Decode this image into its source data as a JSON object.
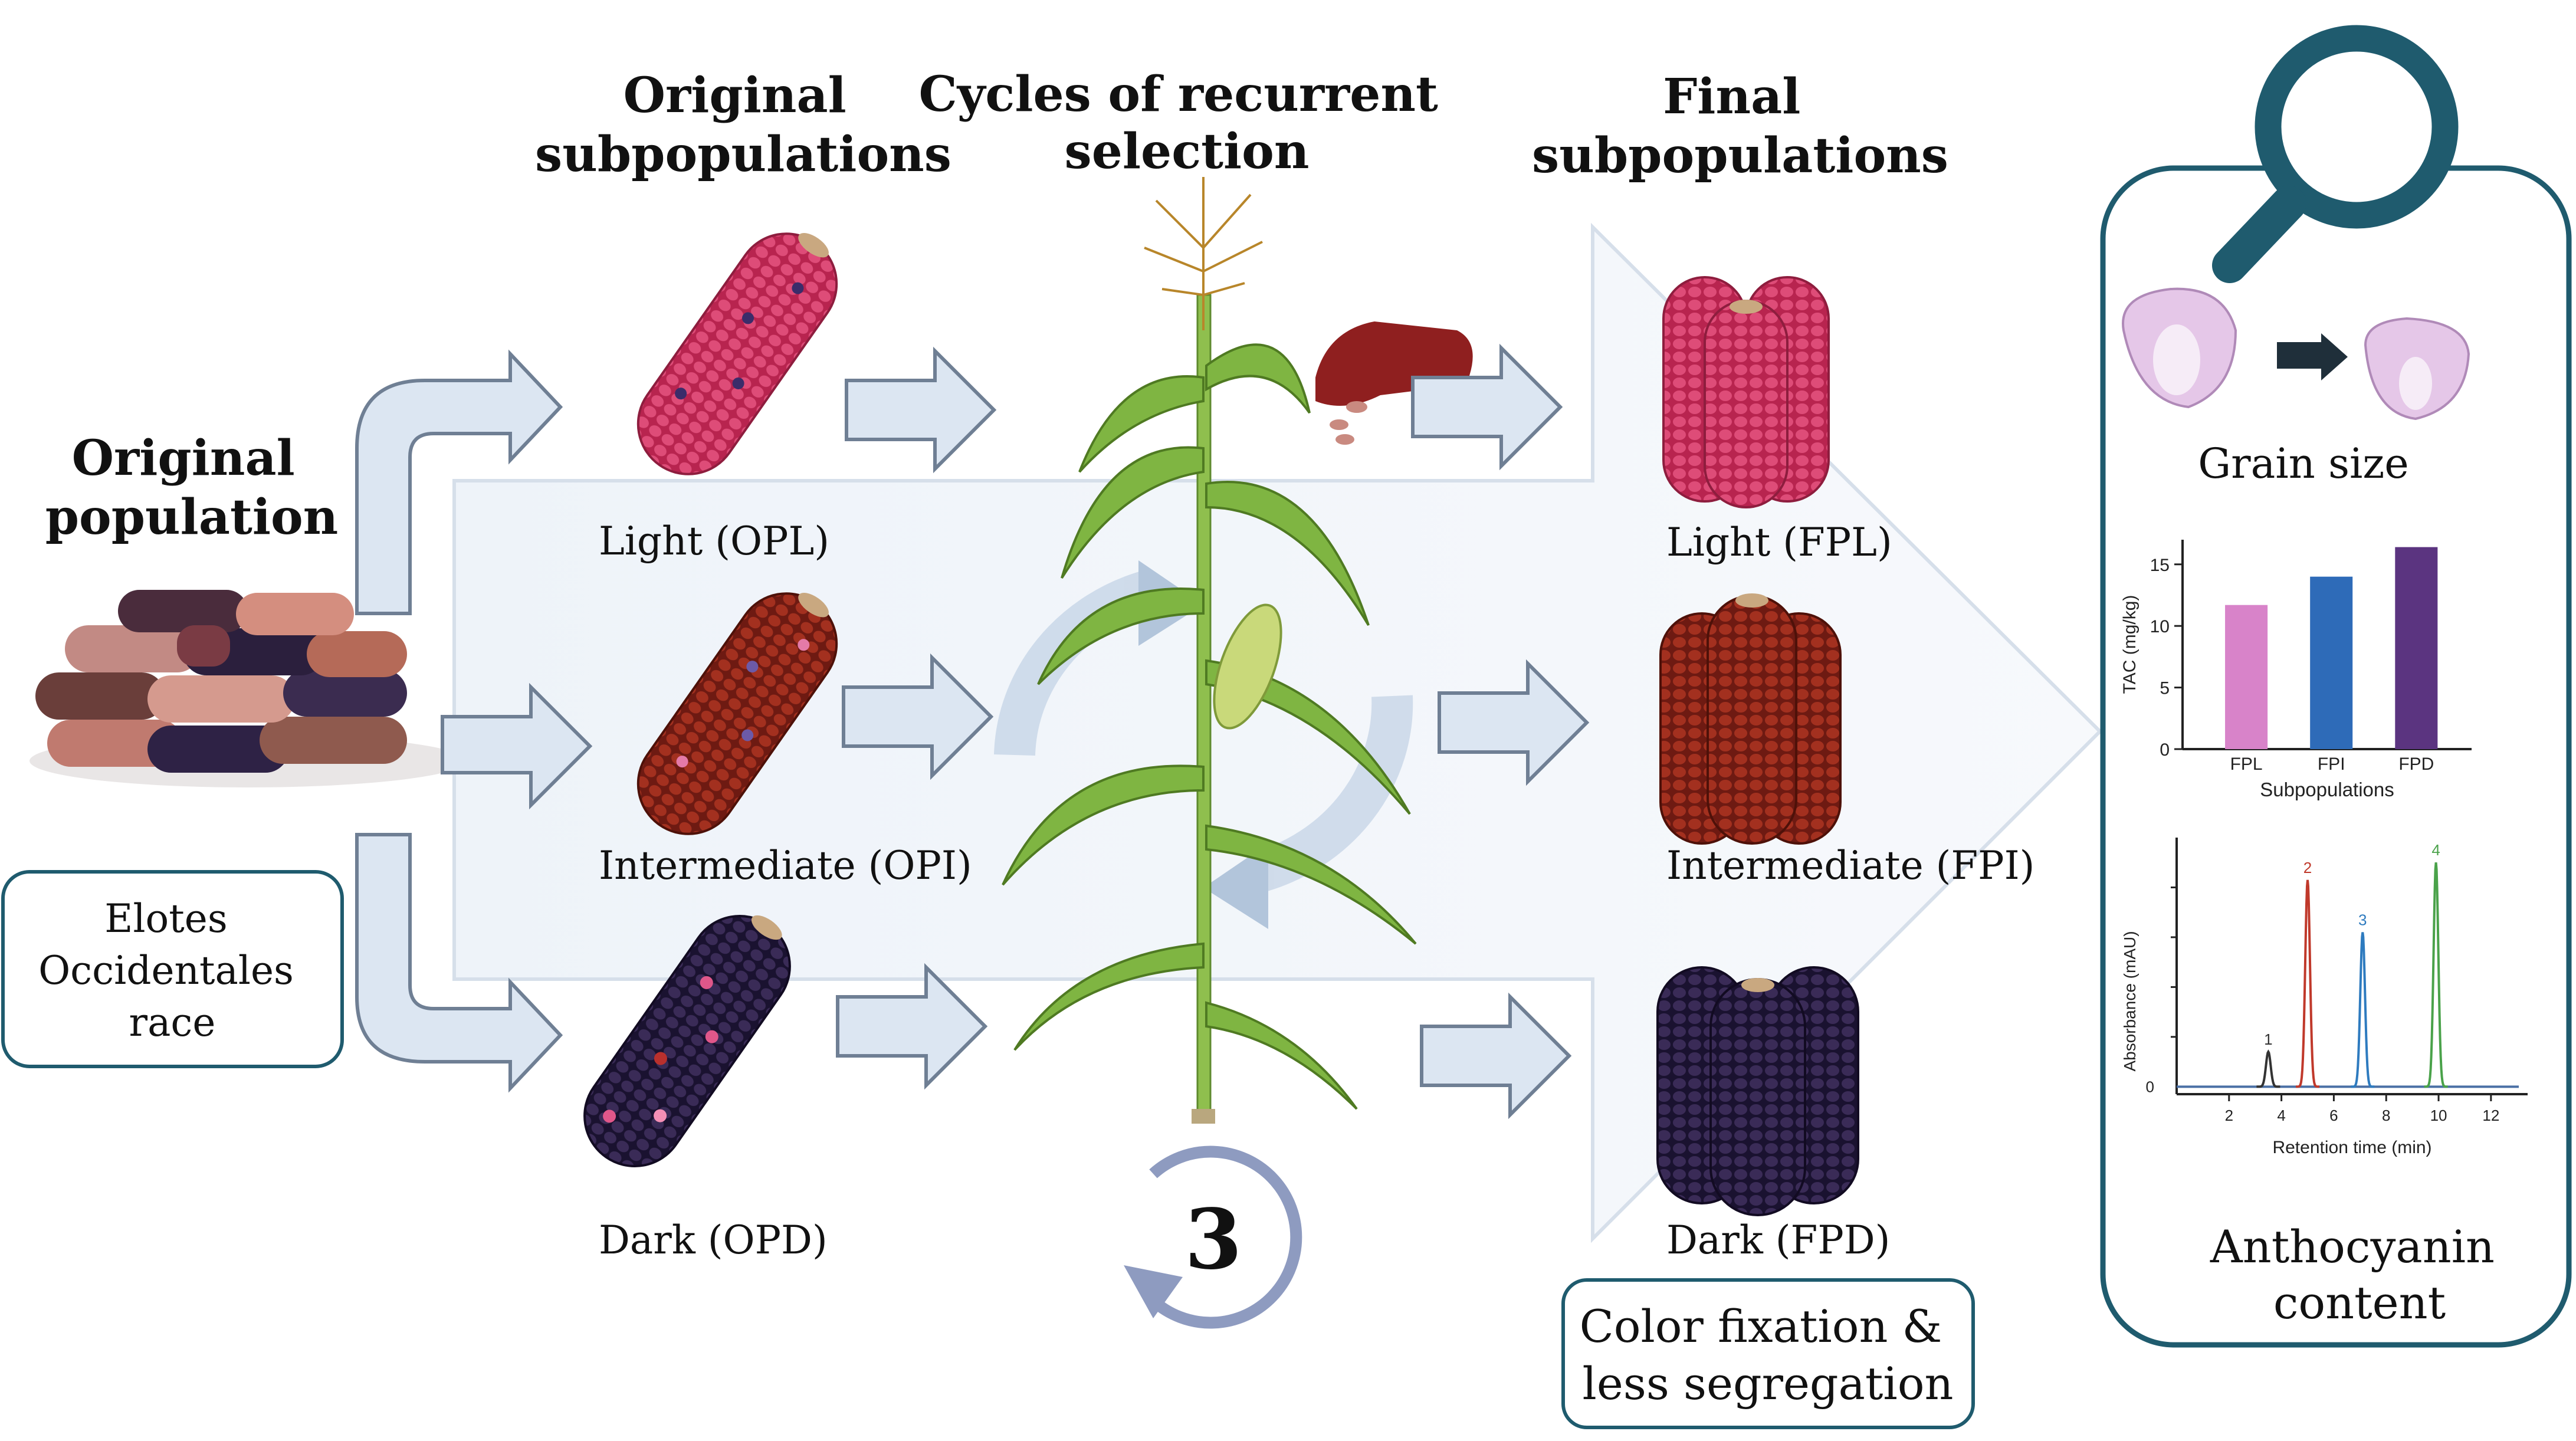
{
  "headers": {
    "original_population": [
      "Original",
      "population"
    ],
    "original_subpopulations": [
      "Original",
      "subpopulations"
    ],
    "cycles": [
      "Cycles of recurrent",
      "selection"
    ],
    "final_subpopulations": [
      "Final",
      "subpopulations"
    ]
  },
  "race_box": [
    "Elotes",
    "Occidentales",
    "race"
  ],
  "original_subpops": {
    "light": "Light (OPL)",
    "intermediate": "Intermediate (OPI)",
    "dark": "Dark (OPD)"
  },
  "final_subpops": {
    "light": "Light (FPL)",
    "intermediate": "Intermediate (FPI)",
    "dark": "Dark (FPD)"
  },
  "cycle_count": "3",
  "fixation_box": [
    "Color fixation &",
    "less segregation"
  ],
  "panel": {
    "grain_size_label": "Grain size",
    "anthocyanin_label": [
      "Anthocyanin",
      "content"
    ]
  },
  "colors": {
    "light_corn": "#d9456e",
    "intermediate_corn": "#9b2a1e",
    "dark_corn": "#2e2245",
    "box_border": "#1f5b6e",
    "arrow_fill": "#dce6f2",
    "arrow_stroke": "#6f7f94",
    "cycle_ring": "#8e9bc0"
  },
  "chart_data": [
    {
      "type": "bar",
      "categories": [
        "FPL",
        "FPI",
        "FPD"
      ],
      "values": [
        11.7,
        14.0,
        16.4
      ],
      "colors": [
        "#d883c9",
        "#2e6bb8",
        "#5b3480"
      ],
      "xlabel": "Subpopulations",
      "ylabel": "TAC (mg/kg)",
      "yticks": [
        0,
        5,
        10,
        15
      ],
      "ylim": [
        0,
        17
      ]
    },
    {
      "type": "line",
      "xlabel": "Retention time (min)",
      "ylabel": "Absorbance (mAU)",
      "xticks": [
        2,
        4,
        6,
        8,
        10,
        12
      ],
      "yticks": [
        0
      ],
      "xlim": [
        0,
        13.4
      ],
      "ylim": [
        -0.3,
        10
      ],
      "peaks": [
        {
          "label": "1",
          "x": 3.5,
          "height": 1.4,
          "color": "#333333"
        },
        {
          "label": "2",
          "x": 5.0,
          "height": 8.3,
          "color": "#c0392b"
        },
        {
          "label": "3",
          "x": 7.1,
          "height": 6.2,
          "color": "#2e7bbf"
        },
        {
          "label": "4",
          "x": 9.9,
          "height": 9.0,
          "color": "#4aa24a"
        }
      ]
    }
  ]
}
